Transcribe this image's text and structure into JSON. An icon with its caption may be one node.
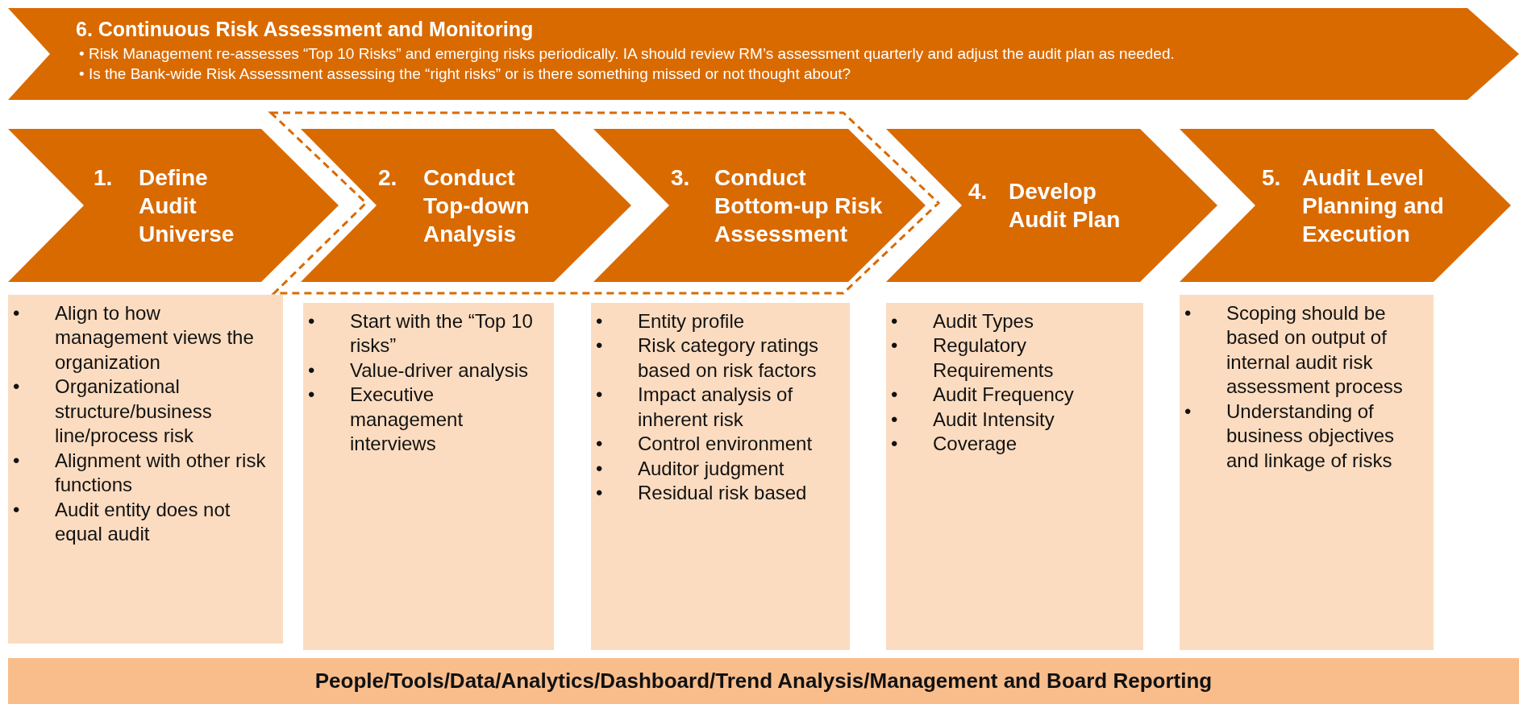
{
  "diagram": {
    "nodes": [
      {
        "text": [
          "6. Continuous Risk Assessment and Monitoring",
          "• Risk Management re-assesses “Top 10 Risks” and emerging risks periodically. IA should review RM’s assessment quarterly and adjust the audit plan as needed.",
          "• Is the Bank-wide Risk Assessment assessing the “right risks” or is there something missed or not thought about?"
        ]
      },
      {
        "text": [
          "1.",
          "Define Audit Universe"
        ]
      },
      {
        "text": [
          "2.",
          "Conduct Top-down Analysis"
        ]
      },
      {
        "text": [
          "3.",
          "Conduct Bottom-up Risk Assessment"
        ]
      },
      {
        "text": [
          "4.",
          "Develop Audit Plan"
        ]
      },
      {
        "text": [
          "5.",
          "Audit Level Planning and Execution"
        ]
      },
      {
        "text": [
          "• Align to how management views the organization",
          "• Organizational structure/business line/process risk",
          "• Alignment with other risk functions",
          "• Audit entity does not equal audit"
        ]
      },
      {
        "text": [
          "• Start with the “Top 10 risks”",
          "• Value-driver analysis",
          "• Executive management interviews"
        ]
      },
      {
        "text": [
          "• Entity profile",
          "• Risk category ratings based on risk factors",
          "• Impact analysis of inherent risk",
          "• Control environment",
          "• Auditor judgment",
          "• Residual risk based"
        ]
      },
      {
        "text": [
          "• Audit Types",
          "• Regulatory Requirements",
          "• Audit Frequency",
          "• Audit Intensity",
          "• Coverage"
        ]
      },
      {
        "text": [
          "• Scoping should be based on output of internal audit risk assessment process",
          "• Understanding of business objectives and linkage of risks"
        ]
      },
      {
        "text": [
          "People/Tools/Data/Analytics/Dashboard/Trend Analysis/Management and Board Reporting"
        ]
      }
    ]
  }
}
